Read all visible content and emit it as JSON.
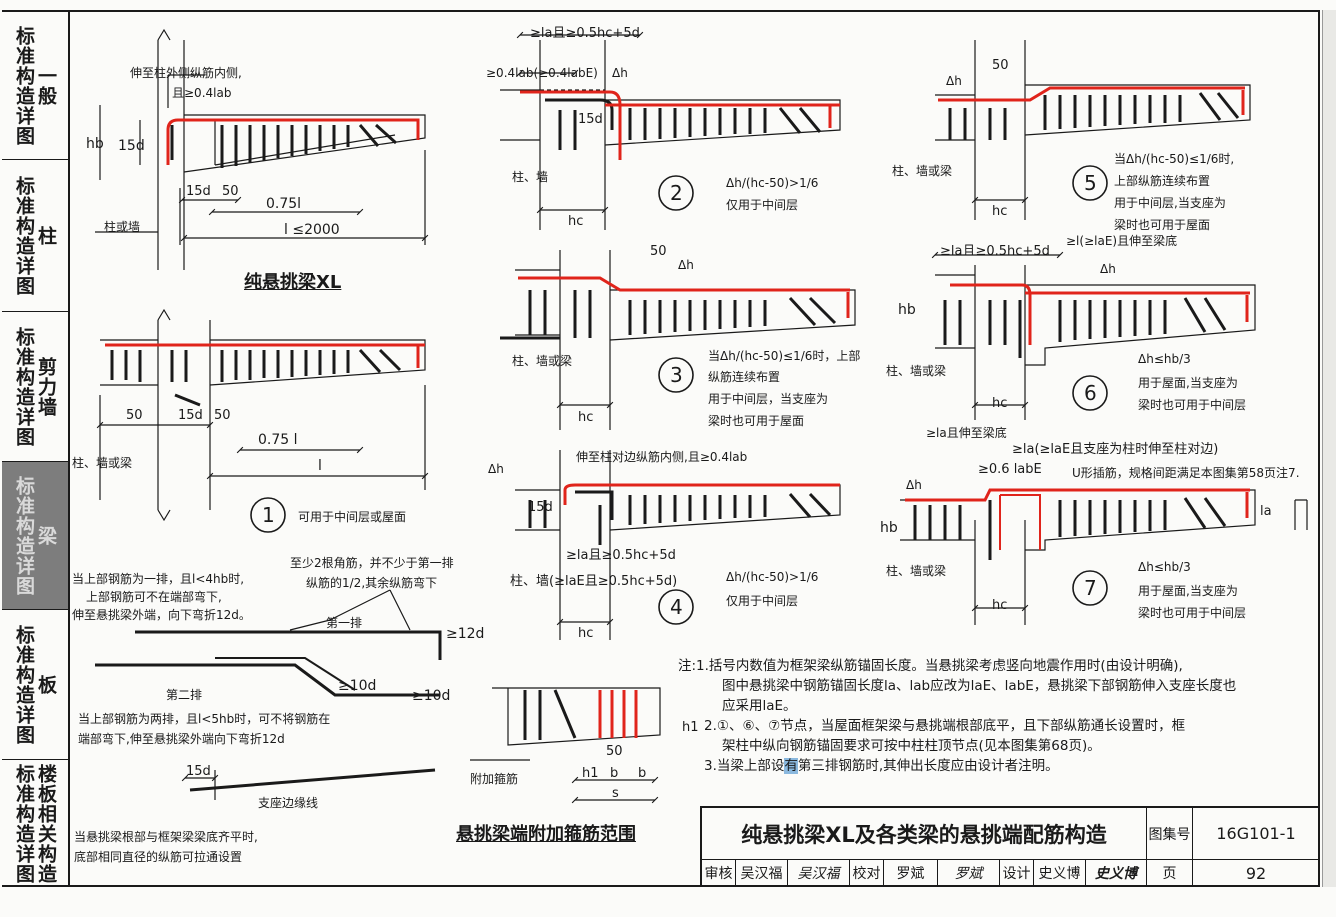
{
  "sidebar": [
    {
      "cols": [
        "标准构造详图",
        "一般"
      ],
      "active": false
    },
    {
      "cols": [
        "标准构造详图",
        "柱"
      ],
      "active": false
    },
    {
      "cols": [
        "标准构造详图",
        "剪力墙"
      ],
      "active": false
    },
    {
      "cols": [
        "标准构造详图",
        "梁"
      ],
      "active": true
    },
    {
      "cols": [
        "标准构造详图",
        "板"
      ],
      "active": false
    },
    {
      "cols": [
        "标准构造详图",
        "楼板相关构造"
      ],
      "active": false
    }
  ],
  "xl": {
    "title": "纯悬挑梁XL",
    "anchor_note_1": "伸至柱外侧纵筋内侧,",
    "anchor_note_2": "且≥0.4lab",
    "dim_15d_v": "15d",
    "hb": "hb",
    "dim_15d": "15d",
    "dim_50": "50",
    "dim_075l": "0.75l",
    "dim_l_max": "l ≤2000",
    "support": "柱或墙"
  },
  "n1": {
    "dim_50a": "50",
    "dim_15d": "15d",
    "dim_50b": "50",
    "dim_075l": "0.75 l",
    "dim_l": "l",
    "support": "柱、墙或梁",
    "number": "1",
    "note": "可用于中间层或屋面"
  },
  "n2": {
    "top_dim": "≥la且≥0.5hc+5d",
    "left_dim": "≥0.4lab(≥0.4labE)",
    "delta": "Δh",
    "dim_15d": "15d",
    "support": "柱、墙",
    "hc": "hc",
    "number": "2",
    "note1": "Δh/(hc-50)>1/6",
    "note2": "仅用于中间层"
  },
  "n3": {
    "dim_50": "50",
    "delta": "Δh",
    "support": "柱、墙或梁",
    "hc": "hc",
    "number": "3",
    "note1": "当Δh/(hc-50)≤1/6时，上部",
    "note2": "纵筋连续布置",
    "note3": "用于中间层，当支座为",
    "note4": "梁时也可用于屋面"
  },
  "n4": {
    "top_note": "伸至柱对边纵筋内侧,且≥0.4lab",
    "delta": "Δh",
    "dim_15d": "15d",
    "bot_dim": "≥la且≥0.5hc+5d",
    "support": "柱、墙(≥laE且≥0.5hc+5d)",
    "hc": "hc",
    "number": "4",
    "note1": "Δh/(hc-50)>1/6",
    "note2": "仅用于中间层"
  },
  "n5": {
    "dim_50": "50",
    "delta": "Δh",
    "support": "柱、墙或梁",
    "hc": "hc",
    "number": "5",
    "note1": "当Δh/(hc-50)≤1/6时,",
    "note2": "上部纵筋连续布置",
    "note3": "用于中间层,当支座为",
    "note4": "梁时也可用于屋面"
  },
  "n6": {
    "top_dim": "≥la且≥0.5hc+5d",
    "vert_dim": "≥l(≥laE)且伸至梁底",
    "delta": "Δh",
    "hb": "hb",
    "support": "柱、墙或梁",
    "hc": "hc",
    "number": "6",
    "note1": "Δh≤hb/3",
    "note2": "用于屋面,当支座为",
    "note3": "梁时也可用于中间层"
  },
  "n7": {
    "vert_dim": "≥la且伸至梁底",
    "top_dim": "≥la(≥laE且支座为柱时伸至柱对边)",
    "dim_06": "≥0.6 labE",
    "u_note": "U形插筋，规格间距满足本图集第58页注7.",
    "delta": "Δh",
    "hb": "hb",
    "la": "la",
    "support": "柱、墙或梁",
    "hc": "hc",
    "number": "7",
    "note1": "Δh≤hb/3",
    "note2": "用于屋面,当支座为",
    "note3": "梁时也可用于中间层"
  },
  "bars": {
    "note_a1": "当上部钢筋为一排，且l<4hb时,",
    "note_a2": "上部钢筋可不在端部弯下,",
    "note_a3": "伸至悬挑梁外端，向下弯折12d。",
    "note_b1": "至少2根角筋，并不少于第一排",
    "note_b2": "纵筋的1/2,其余纵筋弯下",
    "row1": "第一排",
    "row2": "第二排",
    "dim_12d": "≥12d",
    "dim_10d_a": "≥10d",
    "dim_10d_b": "≥10d",
    "note_c1": "当上部钢筋为两排，且l<5hb时，可不将钢筋在",
    "note_c2": "端部弯下,伸至悬挑梁外端向下弯折12d",
    "dim_15d": "15d",
    "edge": "支座边缘线",
    "note_d1": "当悬挑梁根部与框架梁梁底齐平时,",
    "note_d2": "底部相同直径的纵筋可拉通设置"
  },
  "stirrup": {
    "title": "悬挑梁端附加箍筋范围",
    "label": "附加箍筋",
    "h1v": "h1",
    "dim_50": "50",
    "h1": "h1",
    "b1": "b",
    "b2": "b",
    "s": "s"
  },
  "notes": {
    "n1a": "注:1.括号内数值为框架梁纵筋锚固长度。当悬挑梁考虑竖向地震作用时(由设计明确),",
    "n1b": "图中悬挑梁中钢筋锚固长度la、lab应改为laE、labE，悬挑梁下部钢筋伸入支座长度也",
    "n1c": "应采用laE。",
    "n2a": "2.①、⑥、⑦节点，当屋面框架梁与悬挑端根部底平，且下部纵筋通长设置时，框",
    "n2b": "架柱中纵向钢筋锚固要求可按中柱柱顶节点(见本图集第68页)。",
    "n3_pre": "3.当梁上部设",
    "n3_hl": "有",
    "n3_post": "第三排钢筋时,其伸出长度应由设计者注明。"
  },
  "titleblock": {
    "title": "纯悬挑梁XL及各类梁的悬挑端配筋构造",
    "atlas_label": "图集号",
    "atlas_no": "16G101-1",
    "review_label": "审核",
    "reviewer": "吴汉福",
    "reviewer_sig": "吴汉福",
    "check_label": "校对",
    "checker": "罗斌",
    "checker_sig": "罗斌",
    "design_label": "设计",
    "designer": "史义博",
    "designer_sig": "史义博",
    "page_label": "页",
    "page_no": "92"
  }
}
